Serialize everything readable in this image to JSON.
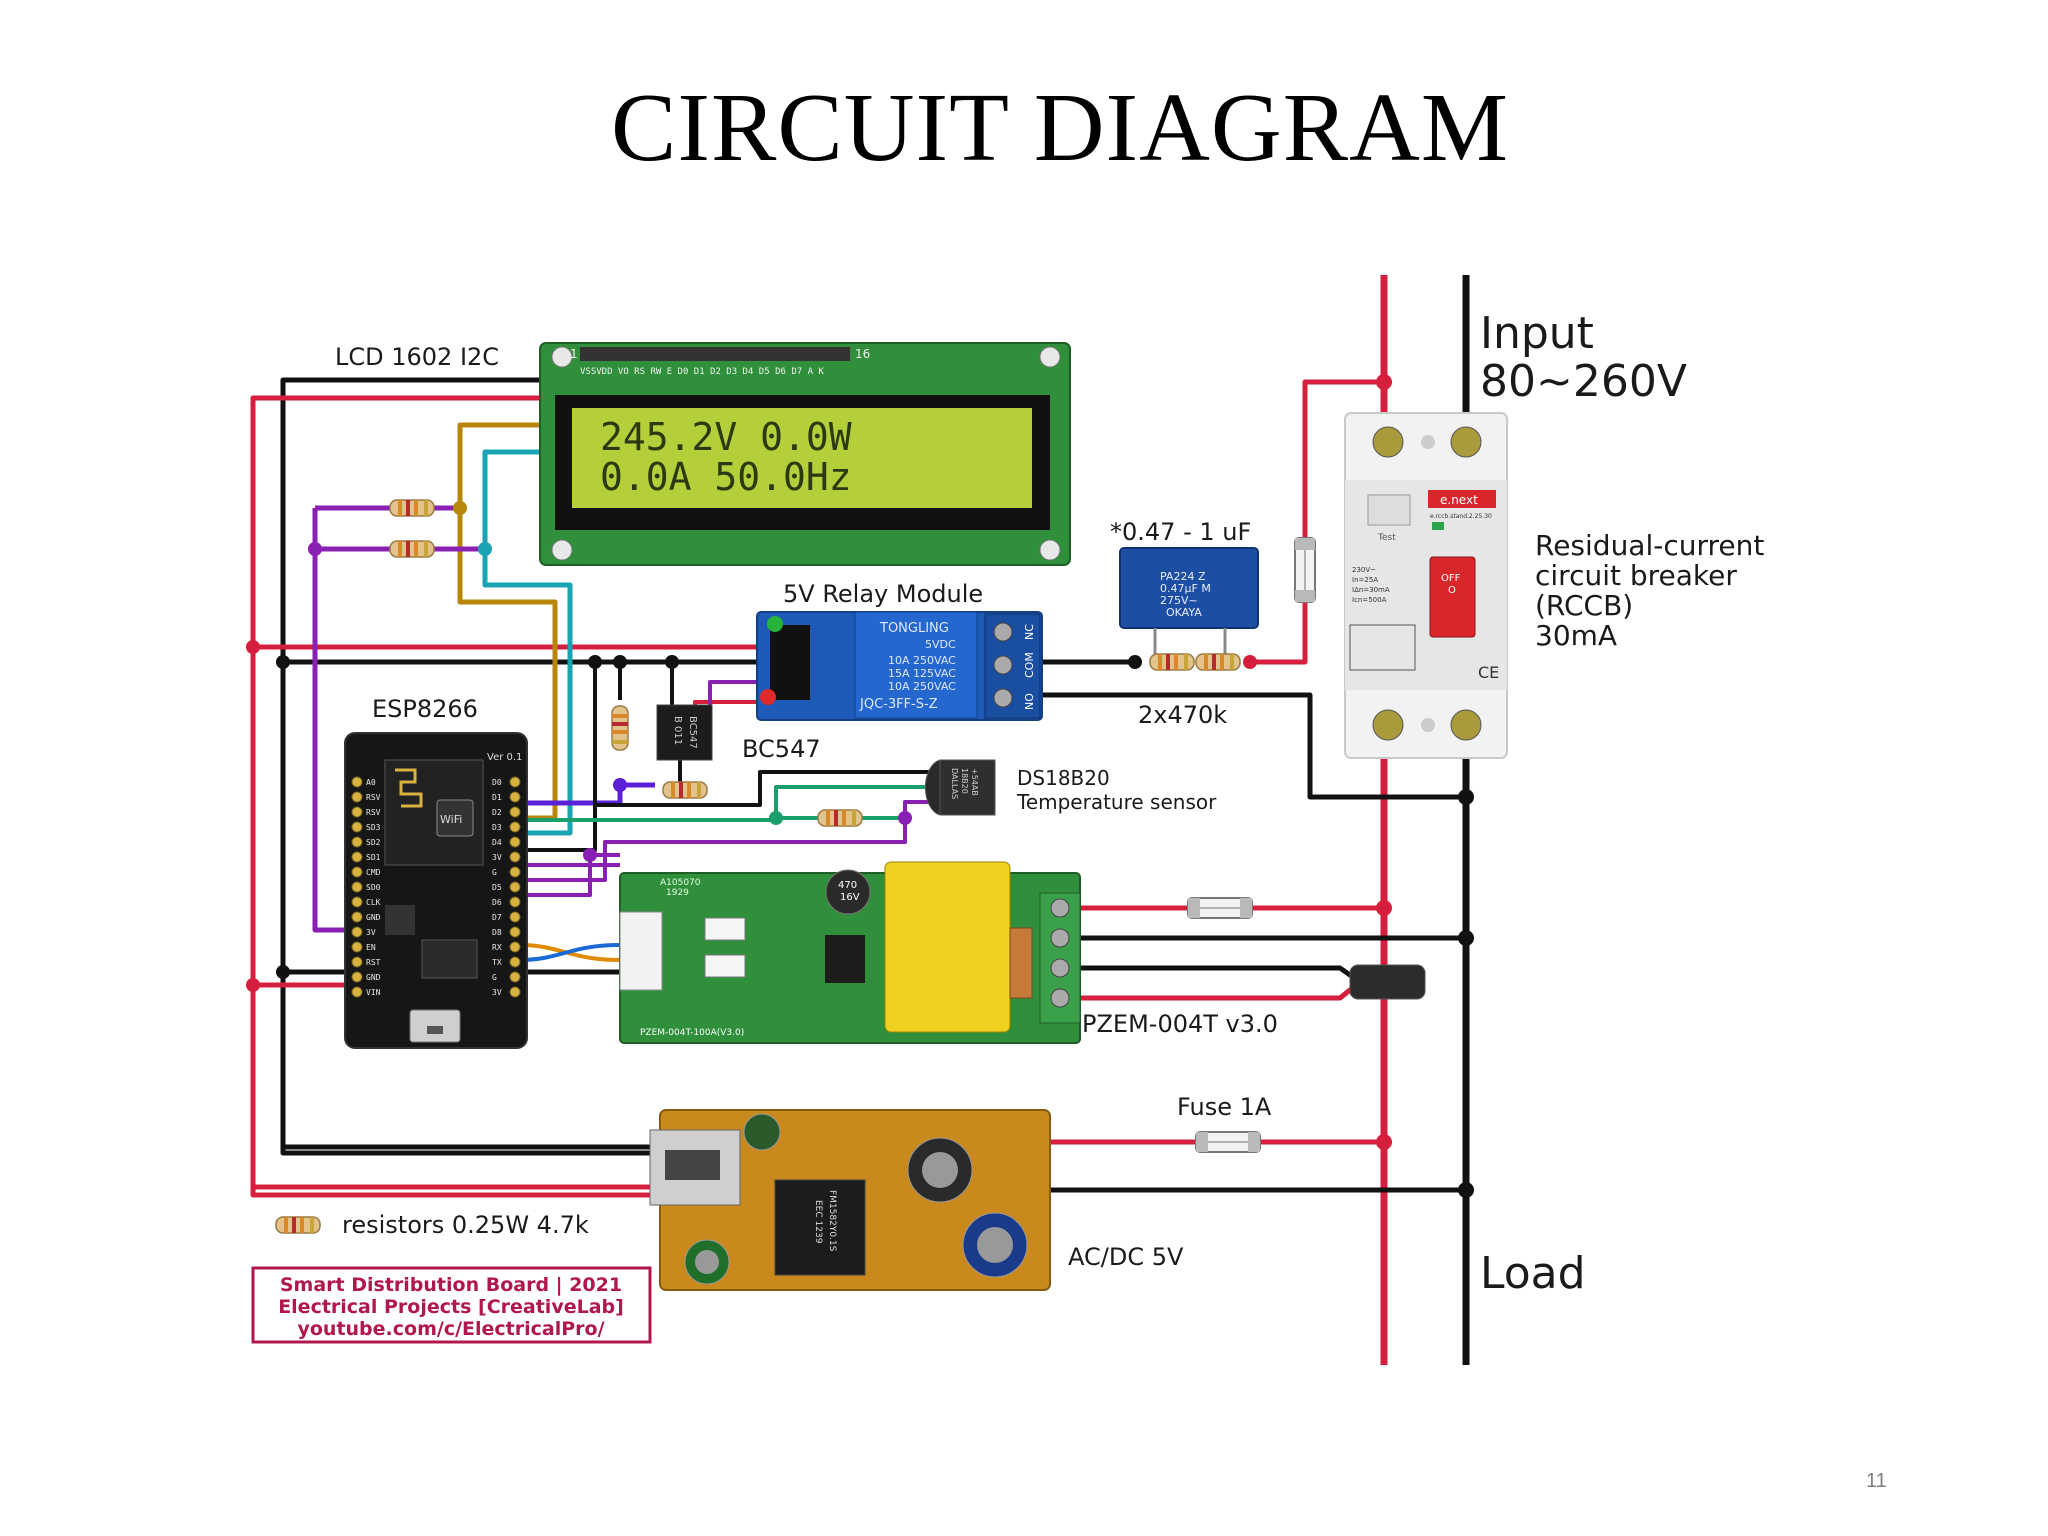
{
  "slide": {
    "title": "CIRCUIT DIAGRAM",
    "page_number": "11"
  },
  "colors": {
    "live_wire": "#d61f3c",
    "neutral_wire": "#111111",
    "sda_wire": "#b8860b",
    "scl_wire": "#1aa3b3",
    "signal_wire": "#8a1fb3",
    "sensor_wire": "#1a9f6a",
    "tx_wire": "#e08a00",
    "pcb_green": "#2f8f3a",
    "lcd_screen": "#b5cf3a",
    "relay_blue": "#1e5bb8",
    "charger_pcb": "#c9891c",
    "credit_box": "#b0174f"
  },
  "labels": {
    "lcd": "LCD 1602 I2C",
    "relay": "5V Relay Module",
    "capacitor": "*0.47 - 1 uF",
    "resistors_470k": "2x470k",
    "input_line1": "Input",
    "input_line2": "80~260V",
    "rccb_line1": "Residual-current",
    "rccb_line2": "circuit breaker",
    "rccb_line3": "(RCCB)",
    "rccb_line4": "30mA",
    "esp": "ESP8266",
    "transistor": "BC547",
    "sensor_line1": "DS18B20",
    "sensor_line2": "Temperature sensor",
    "pzem": "PZEM-004T v3.0",
    "fuse": "Fuse 1A",
    "acdc": "AC/DC 5V",
    "resistors_note": "resistors 0.25W 4.7k",
    "load": "Load"
  },
  "lcd_display": {
    "line1": "245.2V 0.0W",
    "line2": "0.0A 50.0Hz",
    "pin_header": "VSSVDD VO RS RW E  D0 D1 D2 D3 D4 D5 D6 D7  A  K",
    "pin_count": "16",
    "pin_one": "1"
  },
  "relay_module": {
    "brand": "TONGLING",
    "coil": "5VDC",
    "rating1": "10A 250VAC",
    "rating2": "15A 125VAC",
    "rating3": "10A 250VAC",
    "model": "JQC-3FF-S-Z",
    "terminal_nc": "NC",
    "terminal_com": "COM",
    "terminal_no": "NO"
  },
  "capacitor_marking": {
    "line1": "PA224 Z",
    "line2": "0.47μF  M",
    "line3": "275V~",
    "line4": "OKAYA"
  },
  "transistor_marking": {
    "line1": "B 011",
    "line2": "BC547"
  },
  "sensor_marking": {
    "line1": "DALLAS",
    "line2": "18B20",
    "line3": "+54AB"
  },
  "rccb": {
    "brand": "e.next",
    "model": "e.rccb.stand.2.25.30",
    "test_label": "Test",
    "switch_off": "OFF",
    "switch_o": "O",
    "spec1": "230V~",
    "spec2": "In=25A",
    "spec3": "IΔn=30mA",
    "spec4": "Icn=500A",
    "ce_mark": "CE"
  },
  "esp_board": {
    "version": "Ver 0.1",
    "wifi": "WiFi",
    "pins_right": [
      "A0",
      "RSV",
      "RSV",
      "SD3",
      "SD2",
      "SD1",
      "CMD",
      "SD0",
      "CLK",
      "GND",
      "3V",
      "EN",
      "RST",
      "GND",
      "VIN"
    ],
    "pins_left": [
      "D0",
      "D1",
      "D2",
      "D3",
      "D4",
      "3V",
      "G",
      "D5",
      "D6",
      "D7",
      "D8",
      "RX",
      "TX",
      "G",
      "3V"
    ]
  },
  "pzem_board": {
    "code1": "A105070",
    "code2": "1929",
    "cap_marking1": "470",
    "cap_marking2": "16V",
    "footer": "PZEM-004T-100A(V3.0)"
  },
  "acdc_board": {
    "marking1": "FM1582Y0.1S",
    "marking2": "EEC 1239"
  },
  "credit": {
    "line1": "Smart Distribution Board | 2021",
    "line2": "Electrical Projects [CreativeLab]",
    "line3": "youtube.com/c/ElectricalPro/"
  }
}
